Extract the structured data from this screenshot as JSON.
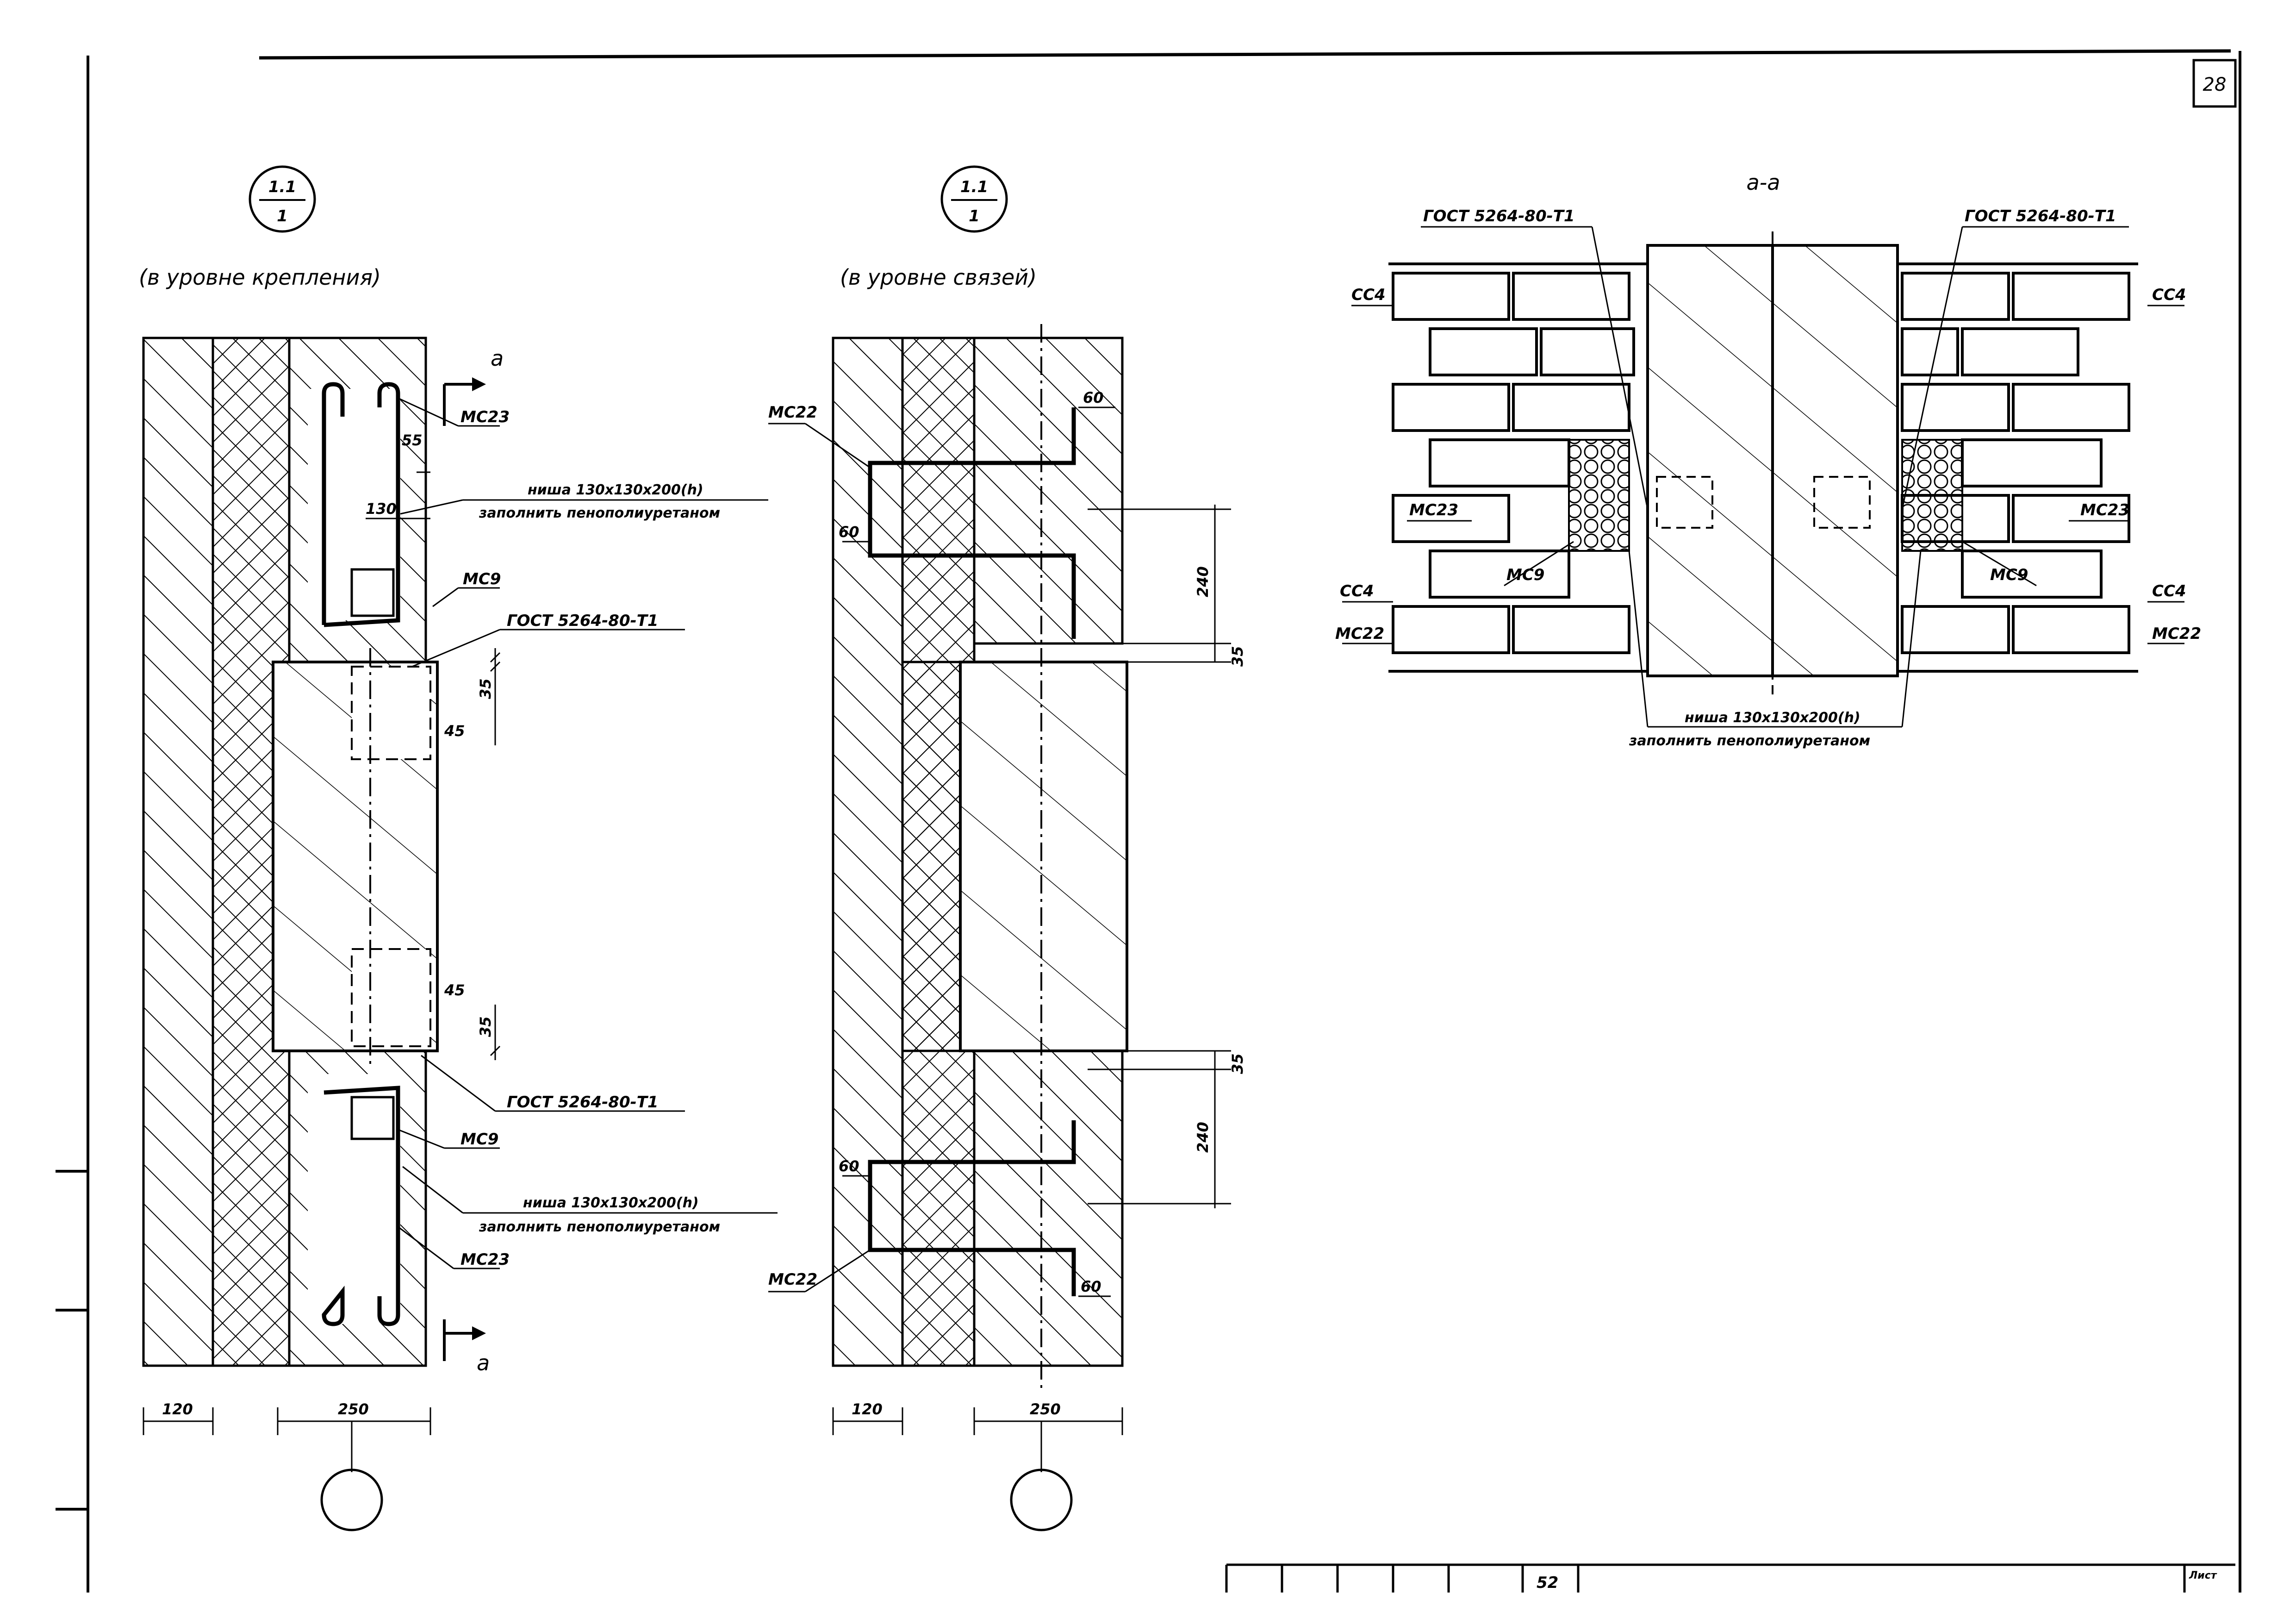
{
  "page_number": "28",
  "views": {
    "left": {
      "callout_top": "1.1",
      "callout_bottom": "1",
      "caption": "(в уровне крепления)",
      "section_mark": "а",
      "labels": {
        "ms23": "МС23",
        "ms9": "МС9",
        "gost": "ГОСТ 5264-80-Т1",
        "niche_line1": "ниша 130х130х200(h)",
        "niche_line2": "заполнить пенополиуретаном"
      },
      "dims": {
        "d55": "55",
        "d130": "130",
        "d35": "35",
        "d45": "45",
        "d120": "120",
        "d250": "250"
      }
    },
    "middle": {
      "callout_top": "1.1",
      "callout_bottom": "1",
      "caption": "(в уровне связей)",
      "labels": {
        "ms22": "МС22"
      },
      "dims": {
        "d60": "60",
        "d240": "240",
        "d35": "35",
        "d120": "120",
        "d250": "250"
      }
    },
    "right": {
      "title": "а-а",
      "labels": {
        "gost": "ГОСТ 5264-80-Т1",
        "cc4": "СС4",
        "ms23": "МС23",
        "ms9": "МС9",
        "ms22": "МС22",
        "niche_line1": "ниша 130х130х200(h)",
        "niche_line2": "заполнить пенополиуретаном"
      }
    }
  },
  "title_block": {
    "sheet_cell": "52",
    "sheet_label": "Лист"
  }
}
